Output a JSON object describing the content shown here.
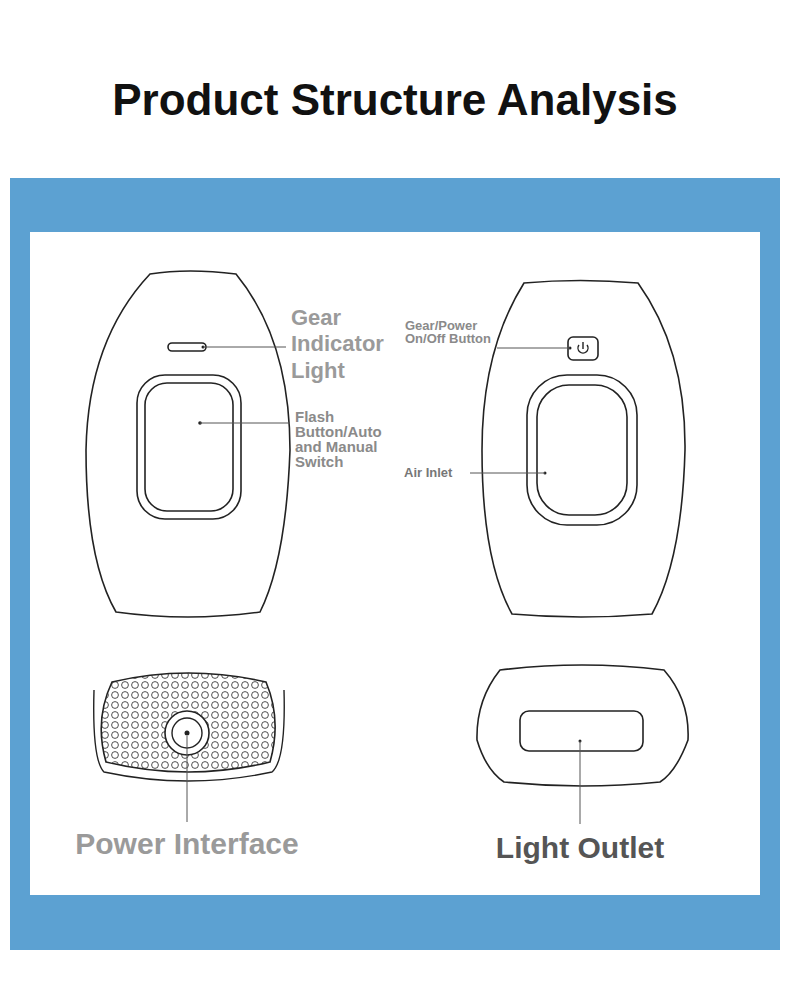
{
  "diagram": {
    "title": "Product Structure Analysis",
    "labels": [
      "Gear Indicator Light",
      "Gear/Power On/Off Button",
      "Flash Button/Auto and Manual Switch",
      "Air Inlet",
      "Power Interface",
      "Light Outlet"
    ]
  }
}
